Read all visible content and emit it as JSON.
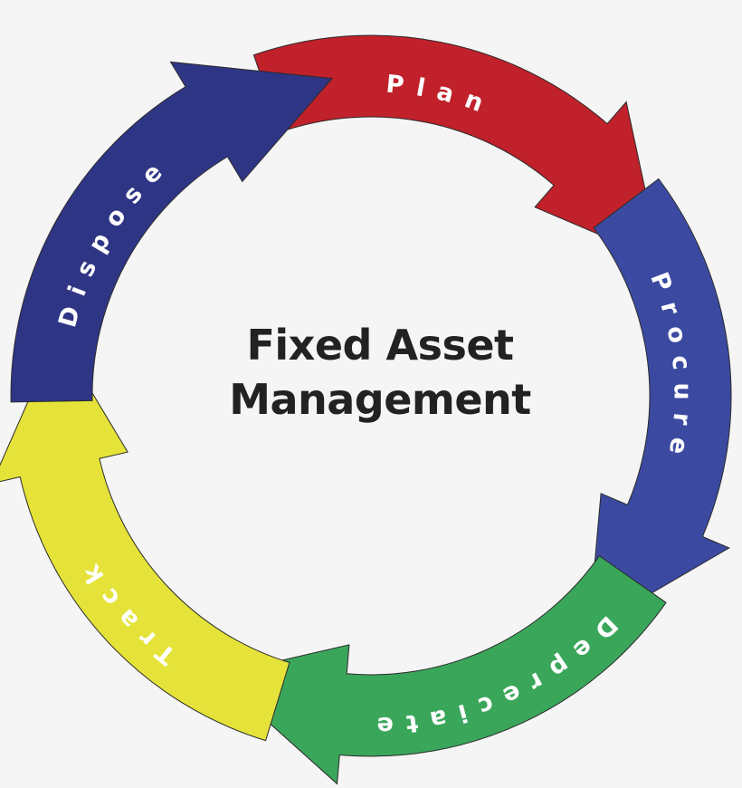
{
  "center": {
    "title_line1": "Fixed Asset",
    "title_line2": "Management"
  },
  "stages": [
    {
      "label": "Plan",
      "color": "#c0212b"
    },
    {
      "label": "Procure",
      "color": "#3b4aa0"
    },
    {
      "label": "Depreciate",
      "color": "#3aa65a"
    },
    {
      "label": "Track",
      "color": "#e5e33a"
    },
    {
      "label": "Dispose",
      "color": "#2f3585"
    }
  ]
}
